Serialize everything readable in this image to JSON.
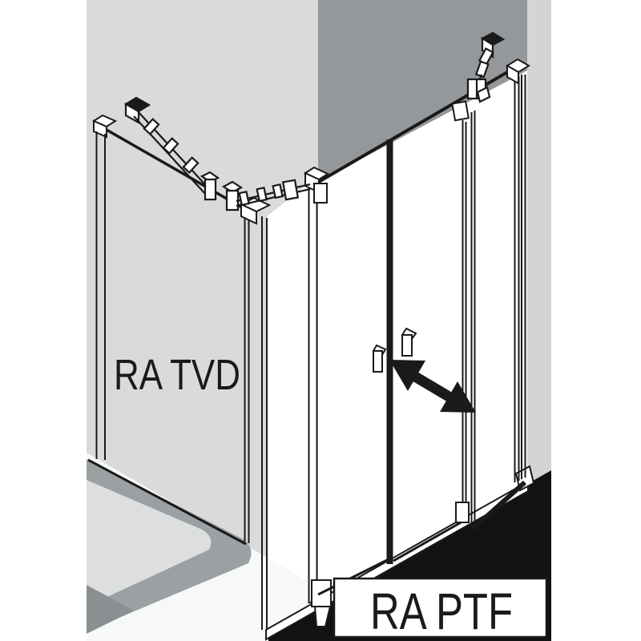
{
  "diagram": {
    "title": "shower-enclosure-technical-diagram",
    "labels": {
      "side_panel": "RA TVD",
      "door": "RA PTF"
    },
    "colors": {
      "wall_light": "#d9dadb",
      "wall_dark": "#95989b",
      "wall_edge_strip": "#d2d4d5",
      "tray_floor": "#dcdedf",
      "tray_rim": "#9ba0a3",
      "tray_corner_shadow": "#8a8f92",
      "tray_front_face": "#f7f8f8",
      "outline": "#1a1a1a",
      "floor_shadow": "#121212",
      "glass": "#ffffff"
    }
  }
}
